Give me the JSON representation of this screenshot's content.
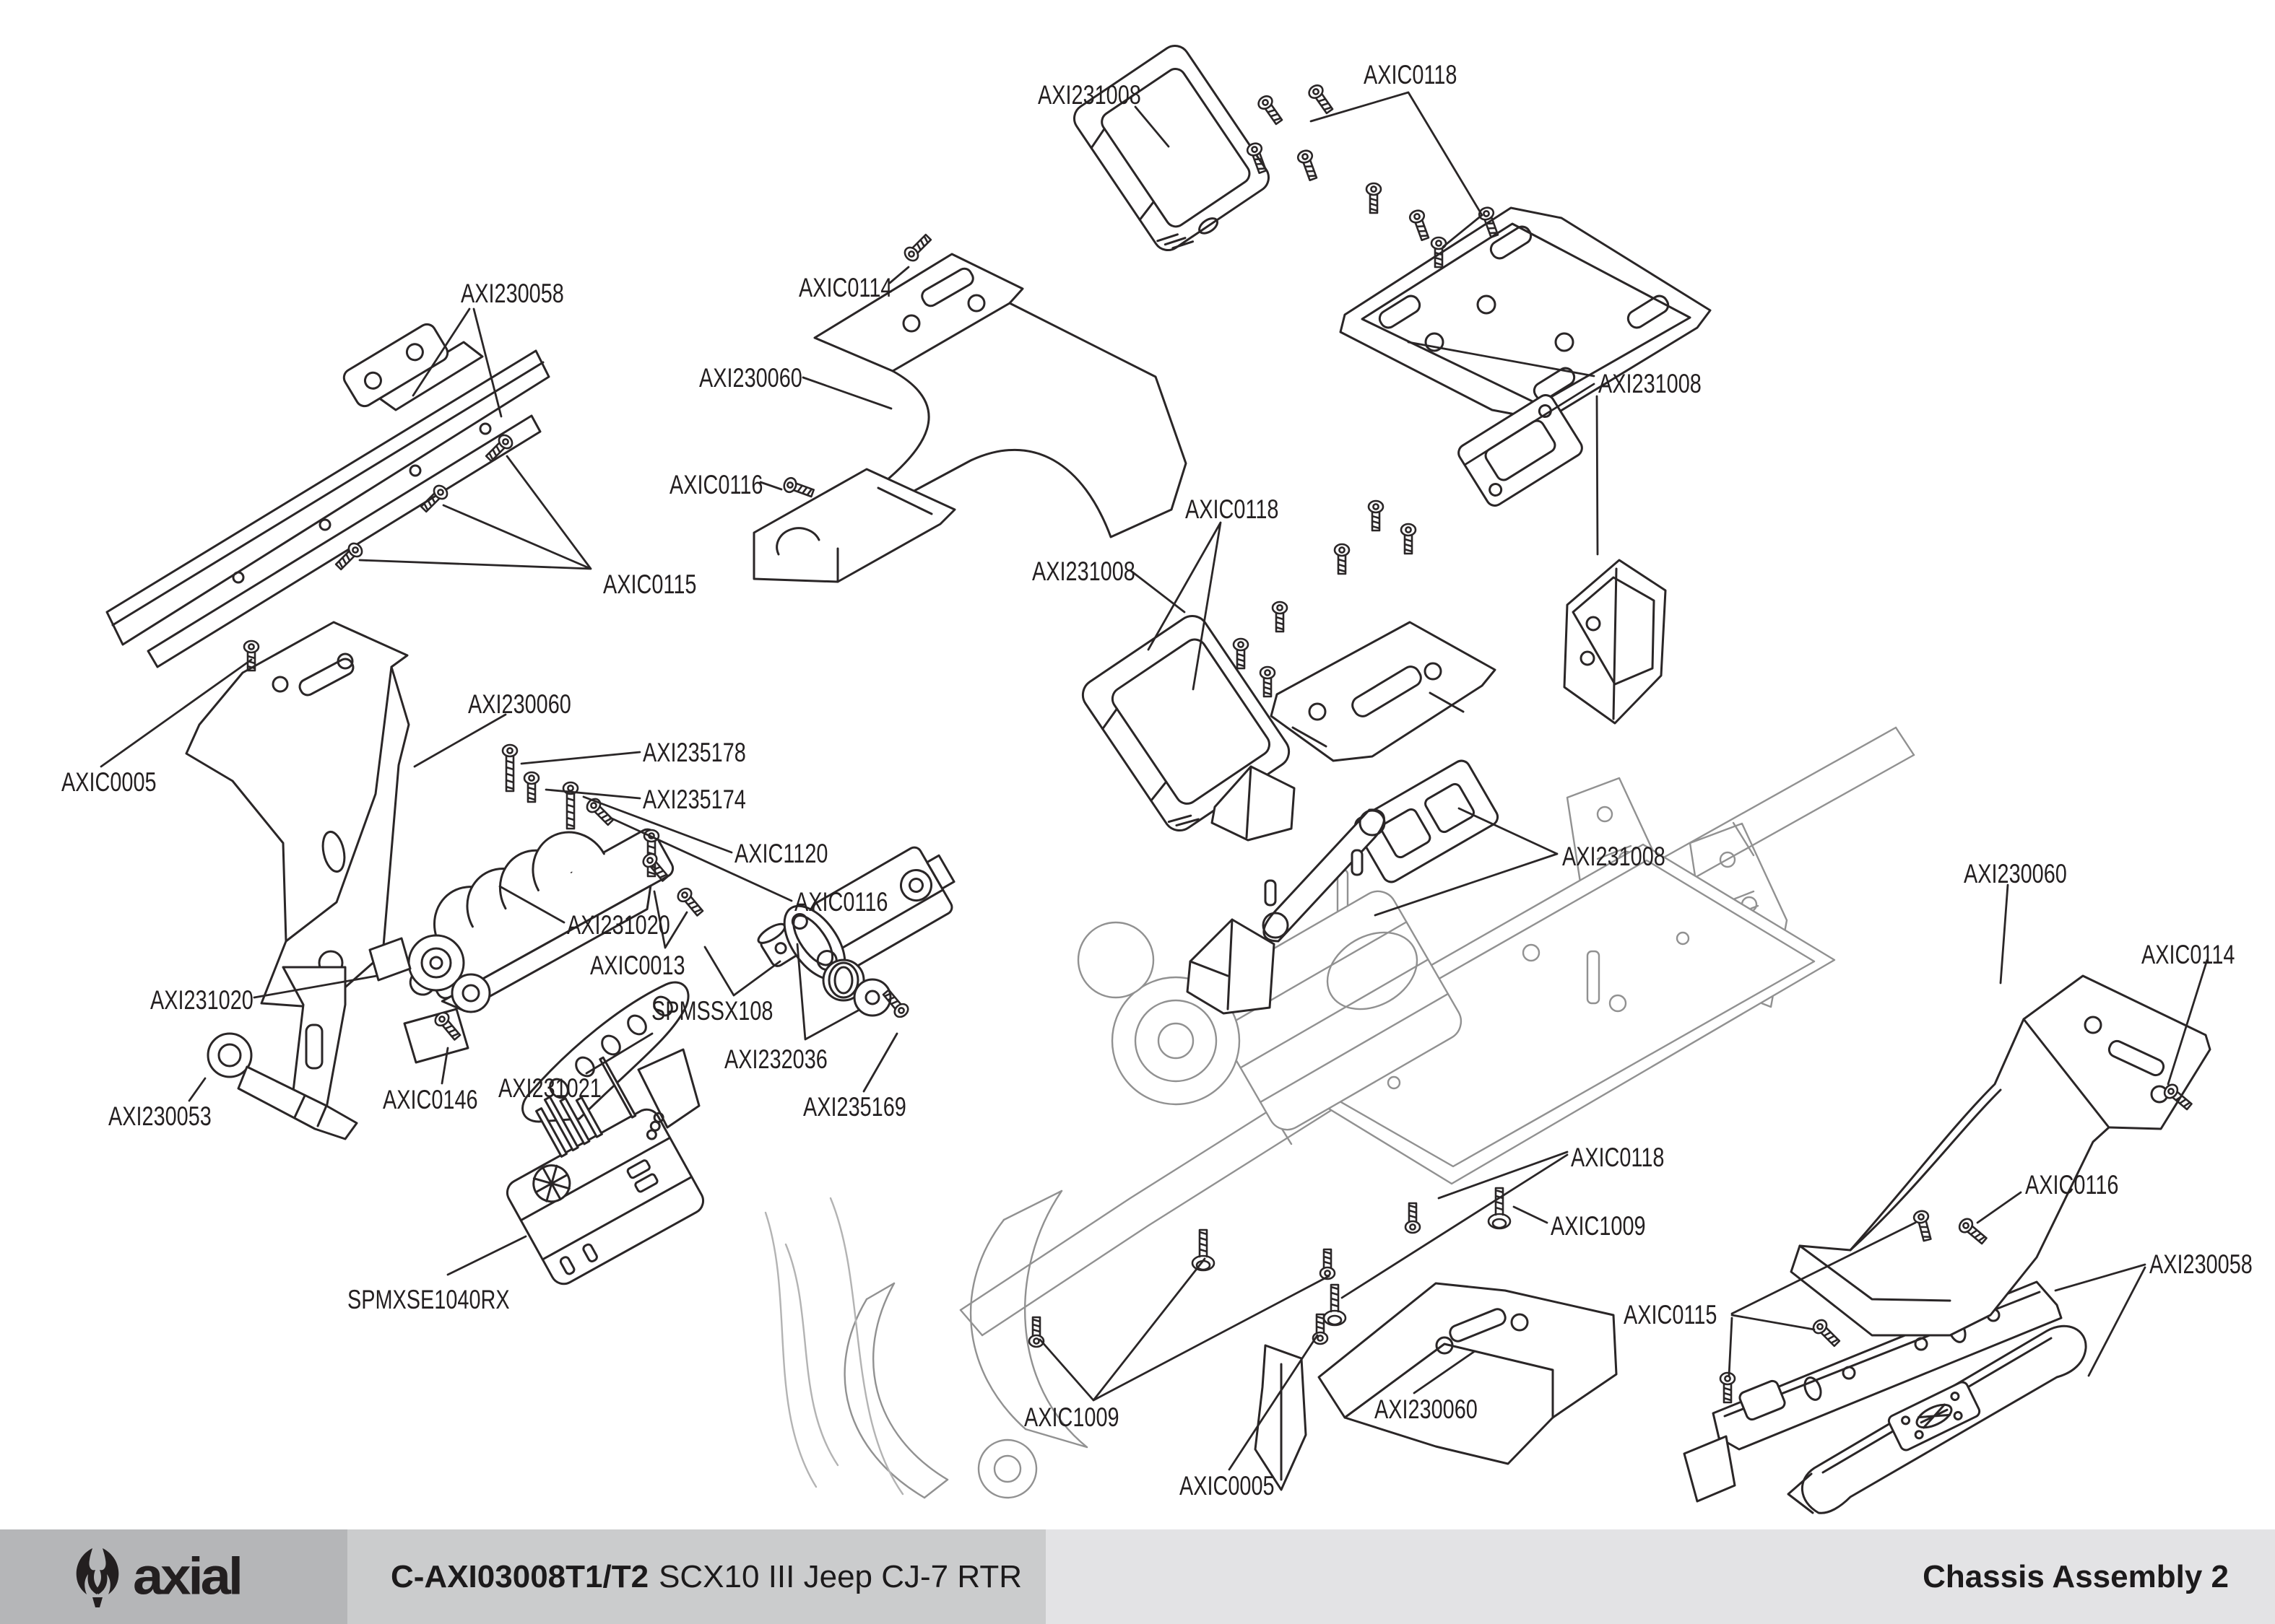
{
  "document": {
    "type": "exploded-parts-diagram",
    "page_title": "Chassis Assembly 2"
  },
  "colors": {
    "line": "#2a2627",
    "chassis_line": "#919191",
    "label_text": "#231f20",
    "footer_left_bg": "#b5b6b8",
    "footer_mid_bg": "#cbcccd",
    "footer_right_bg": "#e3e3e5"
  },
  "footer": {
    "brand": "axial",
    "doc_code": "C-AXI03008T1/T2",
    "doc_title": "SCX10 III Jeep CJ-7 RTR",
    "page_title": "Chassis Assembly 2"
  },
  "labels": [
    {
      "id": "axi231008-top",
      "text": "AXI231008"
    },
    {
      "id": "axic0118-top",
      "text": "AXIC0118"
    },
    {
      "id": "axi230058-top-left",
      "text": "AXI230058"
    },
    {
      "id": "axic0114-top",
      "text": "AXIC0114"
    },
    {
      "id": "axi230060-top",
      "text": "AXI230060"
    },
    {
      "id": "axic0116-top",
      "text": "AXIC0116"
    },
    {
      "id": "axi231008-top-right",
      "text": "AXI231008"
    },
    {
      "id": "axic0118-mid",
      "text": "AXIC0118"
    },
    {
      "id": "axi231008-mid-left",
      "text": "AXI231008"
    },
    {
      "id": "axi231008-mid-right",
      "text": "AXI231008"
    },
    {
      "id": "axic0005-left",
      "text": "AXIC0005"
    },
    {
      "id": "axi230060-left",
      "text": "AXI230060"
    },
    {
      "id": "axi235178",
      "text": "AXI235178"
    },
    {
      "id": "axi235174",
      "text": "AXI235174"
    },
    {
      "id": "axic1120",
      "text": "AXIC1120"
    },
    {
      "id": "axic0116-servo",
      "text": "AXIC0116"
    },
    {
      "id": "axi231020-right",
      "text": "AXI231020"
    },
    {
      "id": "axic0013",
      "text": "AXIC0013"
    },
    {
      "id": "axi231020-left",
      "text": "AXI231020"
    },
    {
      "id": "spmssx108",
      "text": "SPMSSX108"
    },
    {
      "id": "axi231021",
      "text": "AXI231021"
    },
    {
      "id": "axi232036",
      "text": "AXI232036"
    },
    {
      "id": "axi230053",
      "text": "AXI230053"
    },
    {
      "id": "axic0146",
      "text": "AXIC0146"
    },
    {
      "id": "axi235169",
      "text": "AXI235169"
    },
    {
      "id": "spmxse1040rx",
      "text": "SPMXSE1040RX"
    },
    {
      "id": "axi230060-right",
      "text": "AXI230060"
    },
    {
      "id": "axic0114-right",
      "text": "AXIC0114"
    },
    {
      "id": "axic0116-right",
      "text": "AXIC0116"
    },
    {
      "id": "axi230058-right",
      "text": "AXI230058"
    },
    {
      "id": "axic0115-right",
      "text": "AXIC0115"
    },
    {
      "id": "axic0118-bottom",
      "text": "AXIC0118"
    },
    {
      "id": "axic1009-right",
      "text": "AXIC1009"
    },
    {
      "id": "axic1009-left",
      "text": "AXIC1009"
    },
    {
      "id": "axi230060-bottom",
      "text": "AXI230060"
    },
    {
      "id": "axic0005-bottom",
      "text": "AXIC0005"
    },
    {
      "id": "axic0115-top-left",
      "text": "AXIC0115"
    }
  ]
}
